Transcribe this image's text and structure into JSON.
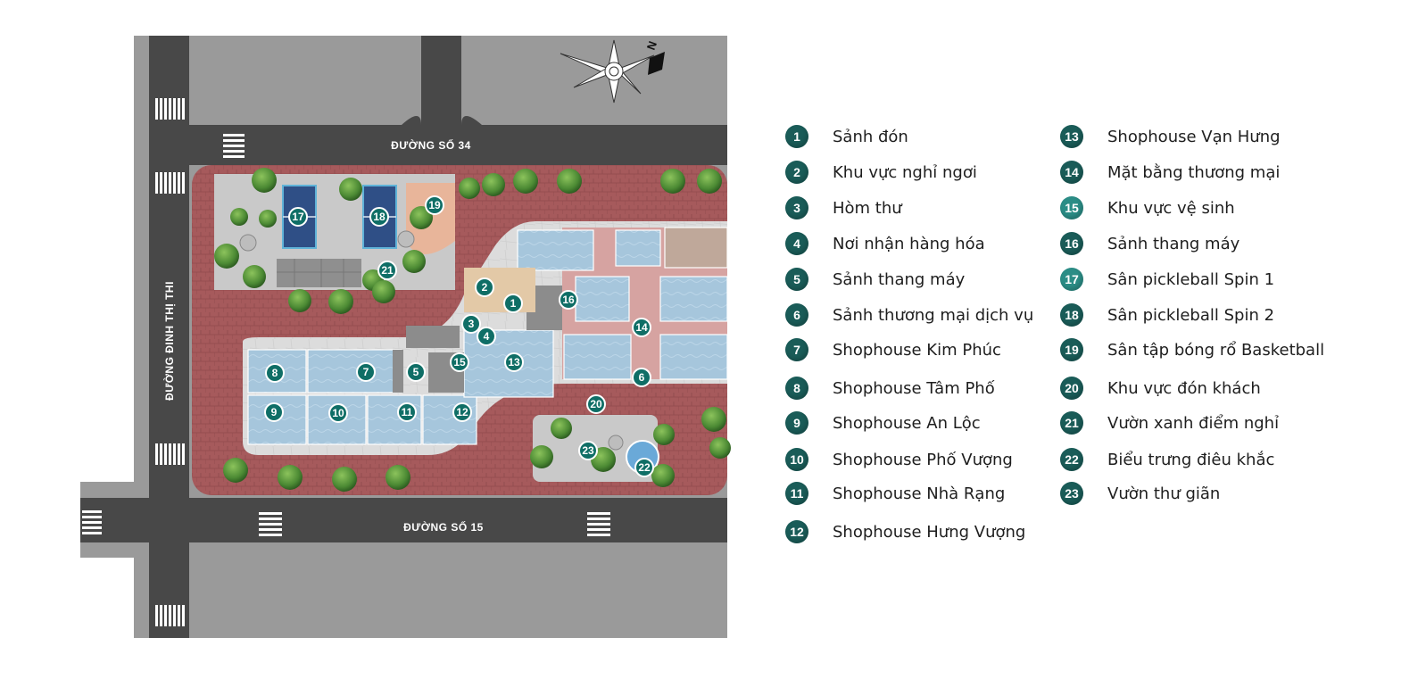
{
  "colors": {
    "road": "#4a4a4a",
    "road_edge": "#9a9a9a",
    "paving": "#a85e60",
    "plaza": "#d9d9d9",
    "shop": "#a9c8dc",
    "pink_zone": "#d8a6a3",
    "court": "#2f4f86",
    "tree": "#4f8f3a",
    "pin": "#0f6e66",
    "legend_dark": "#1a5c58",
    "legend_light": "#2b8d86"
  },
  "compass": {
    "label": "N",
    "icon": "compass-rose-icon"
  },
  "roads": {
    "top": "ĐƯỜNG SỐ 34",
    "bottom": "ĐƯỜNG SỐ 15",
    "left": "ĐƯỜNG ĐINH THỊ THI"
  },
  "legend": {
    "left": [
      {
        "num": "1",
        "label": "Sảnh đón"
      },
      {
        "num": "2",
        "label": "Khu vực nghỉ ngơi"
      },
      {
        "num": "3",
        "label": "Hòm thư"
      },
      {
        "num": "4",
        "label": "Nơi nhận hàng hóa"
      },
      {
        "num": "5",
        "label": "Sảnh thang máy"
      },
      {
        "num": "6",
        "label": "Sảnh thương mại dịch vụ"
      },
      {
        "num": "7",
        "label": "Shophouse Kim Phúc"
      },
      {
        "num": "8",
        "label": "Shophouse Tâm Phố"
      },
      {
        "num": "9",
        "label": "Shophouse An Lộc"
      },
      {
        "num": "10",
        "label": "Shophouse Phố Vượng"
      },
      {
        "num": "11",
        "label": "Shophouse Nhà Rạng"
      },
      {
        "num": "12",
        "label": "Shophouse Hưng Vượng"
      }
    ],
    "right": [
      {
        "num": "13",
        "label": "Shophouse Vạn Hưng"
      },
      {
        "num": "14",
        "label": "Mặt bằng thương mại"
      },
      {
        "num": "15",
        "label": "Khu vực vệ sinh"
      },
      {
        "num": "16",
        "label": "Sảnh thang máy"
      },
      {
        "num": "17",
        "label": "Sân pickleball Spin 1"
      },
      {
        "num": "18",
        "label": "Sân pickleball Spin 2"
      },
      {
        "num": "19",
        "label": "Sân tập bóng rổ Basketball"
      },
      {
        "num": "20",
        "label": "Khu vực đón khách"
      },
      {
        "num": "21",
        "label": "Vườn xanh điểm nghỉ"
      },
      {
        "num": "22",
        "label": "Biểu trưng điêu khắc"
      },
      {
        "num": "23",
        "label": "Vườn thư giãn"
      }
    ]
  },
  "map_pins": [
    "1",
    "2",
    "3",
    "4",
    "5",
    "6",
    "7",
    "8",
    "9",
    "10",
    "11",
    "12",
    "13",
    "14",
    "15",
    "16",
    "17",
    "18",
    "19",
    "20",
    "21",
    "22",
    "23"
  ]
}
